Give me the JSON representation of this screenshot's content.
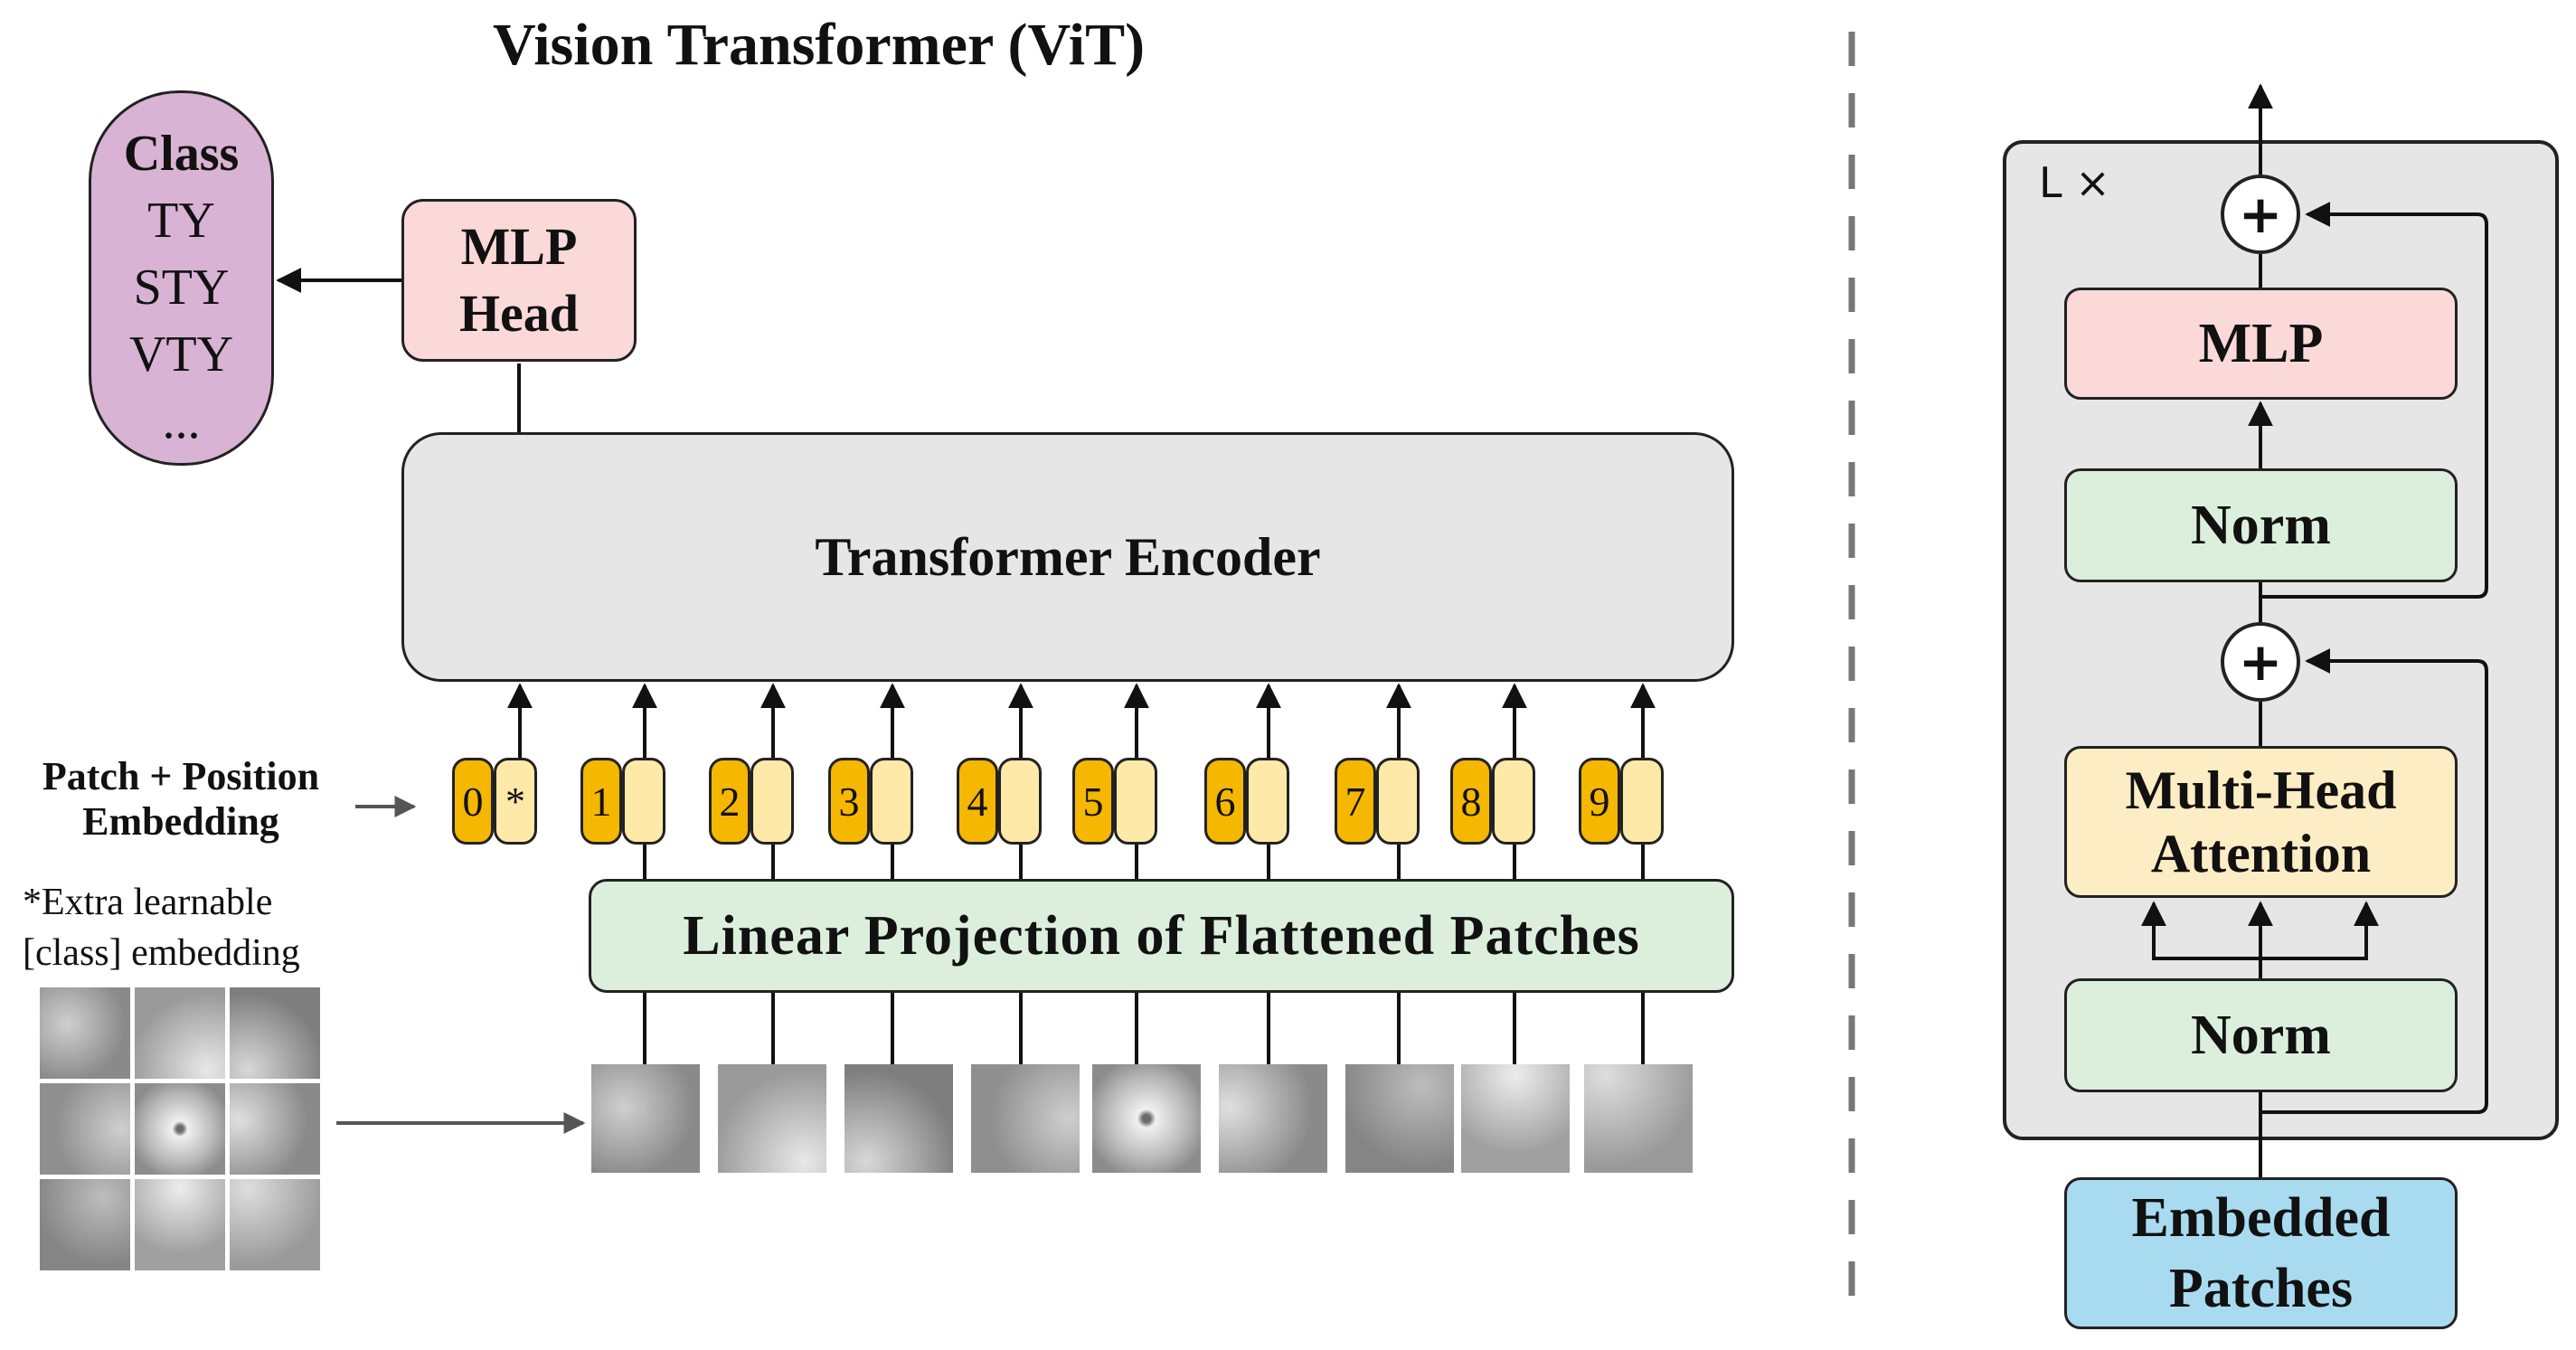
{
  "title": "Vision Transformer (ViT)",
  "class_box": {
    "title": "Class",
    "items": [
      "TY",
      "STY",
      "VTY",
      "..."
    ]
  },
  "mlp_head": {
    "line1": "MLP",
    "line2": "Head"
  },
  "encoder": {
    "label": "Transformer Encoder"
  },
  "linear_projection": {
    "label": "Linear Projection of Flattened Patches"
  },
  "patch_position": {
    "line1": "Patch + Position",
    "line2": "Embedding"
  },
  "extra_note": {
    "line1": "*Extra learnable",
    "line2": "[class] embedding"
  },
  "tokens": [
    {
      "num": "0",
      "emb": "*"
    },
    {
      "num": "1",
      "emb": ""
    },
    {
      "num": "2",
      "emb": ""
    },
    {
      "num": "3",
      "emb": ""
    },
    {
      "num": "4",
      "emb": ""
    },
    {
      "num": "5",
      "emb": ""
    },
    {
      "num": "6",
      "emb": ""
    },
    {
      "num": "7",
      "emb": ""
    },
    {
      "num": "8",
      "emb": ""
    },
    {
      "num": "9",
      "emb": ""
    }
  ],
  "encoder_block": {
    "repeat_label": "L ×",
    "mlp": "MLP",
    "norm_top": "Norm",
    "plus_top": "+",
    "plus_bottom": "+",
    "mha_line1": "Multi-Head",
    "mha_line2": "Attention",
    "norm_bottom": "Norm",
    "input_line1": "Embedded",
    "input_line2": "Patches"
  },
  "colors": {
    "class_box": "#d9b3d3",
    "mlp": "#fbd9d9",
    "encoder": "#e6e6e6",
    "norm": "#dcefdc",
    "attention": "#fdedc4",
    "embedded": "#a8dbf0",
    "token_position": "#f5b700",
    "token_embedding": "#ffe9a8"
  }
}
